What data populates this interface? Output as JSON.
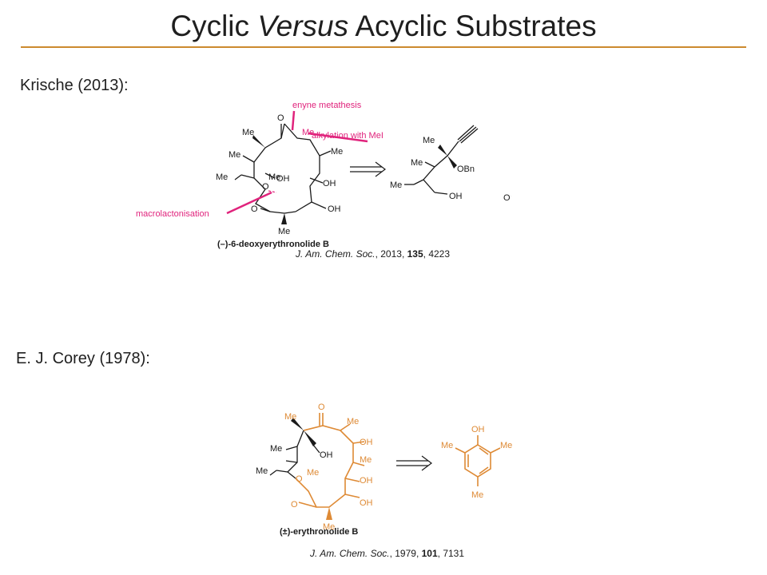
{
  "title": {
    "part1": "Cyclic ",
    "italic": "Versus",
    "part2": " Acyclic Substrates"
  },
  "colors": {
    "accent": "#cc8a2e",
    "orange": "#de8a35",
    "magenta": "#e0237c",
    "ink": "#1a1a1a"
  },
  "krische": {
    "heading": "Krische (2013):",
    "labels": {
      "metathesis": "enyne metathesis",
      "alkylation": "alkylation with MeI",
      "macrolactonisation": "macrolactonisation"
    },
    "atoms": {
      "me": "Me",
      "o": "O",
      "oh": "OH",
      "obn": "OBn"
    },
    "compound": "(–)-6-deoxyerythronolide B",
    "reference": {
      "journal": "J. Am. Chem. Soc.",
      "year": ", 2013, ",
      "volume": "135",
      "pages": ", 4223"
    }
  },
  "corey": {
    "heading": "E. J. Corey (1978):",
    "atoms": {
      "me": "Me",
      "o": "O",
      "oh": "OH"
    },
    "compound": "(±)-erythronolide B",
    "reference": {
      "journal": "J. Am. Chem. Soc.",
      "year": ", 1979, ",
      "volume": "101",
      "pages": ", 7131"
    }
  }
}
